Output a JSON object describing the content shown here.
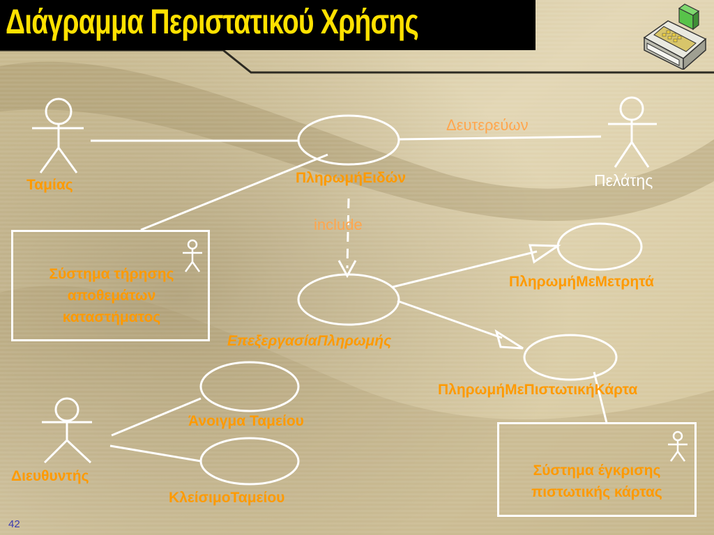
{
  "slide": {
    "title": "Διάγραμμα Περιστατικού Χρήσης",
    "page_number": "42",
    "icon": "cash-register-icon"
  },
  "actors": {
    "cashier": "Ταμίας",
    "customer": "Πελάτης",
    "manager": "Διευθυντής"
  },
  "use_cases": {
    "pay_items": "ΠληρωμήΕιδών",
    "process_payment": "ΕπεξεργασίαΠληρωμής",
    "pay_cash": "ΠληρωμήΜεΜετρητά",
    "pay_card": "ΠληρωμήΜεΠιστωτικήΚάρτα",
    "open_register": "Άνοιγμα Ταμείου",
    "close_register": "ΚλείσιμοΤαμείου"
  },
  "relations": {
    "secondary": "Δευτερεύων",
    "include": "include"
  },
  "systems": {
    "inventory": [
      "Σύστημα τήρησης",
      "αποθεμάτων",
      "καταστήματος"
    ],
    "card_auth": [
      "Σύστημα έγκρισης",
      "πιστωτικής κάρτας"
    ]
  },
  "colors": {
    "title": "#ffe100",
    "labels": "#ff9a00",
    "lines": "#ffffff"
  }
}
